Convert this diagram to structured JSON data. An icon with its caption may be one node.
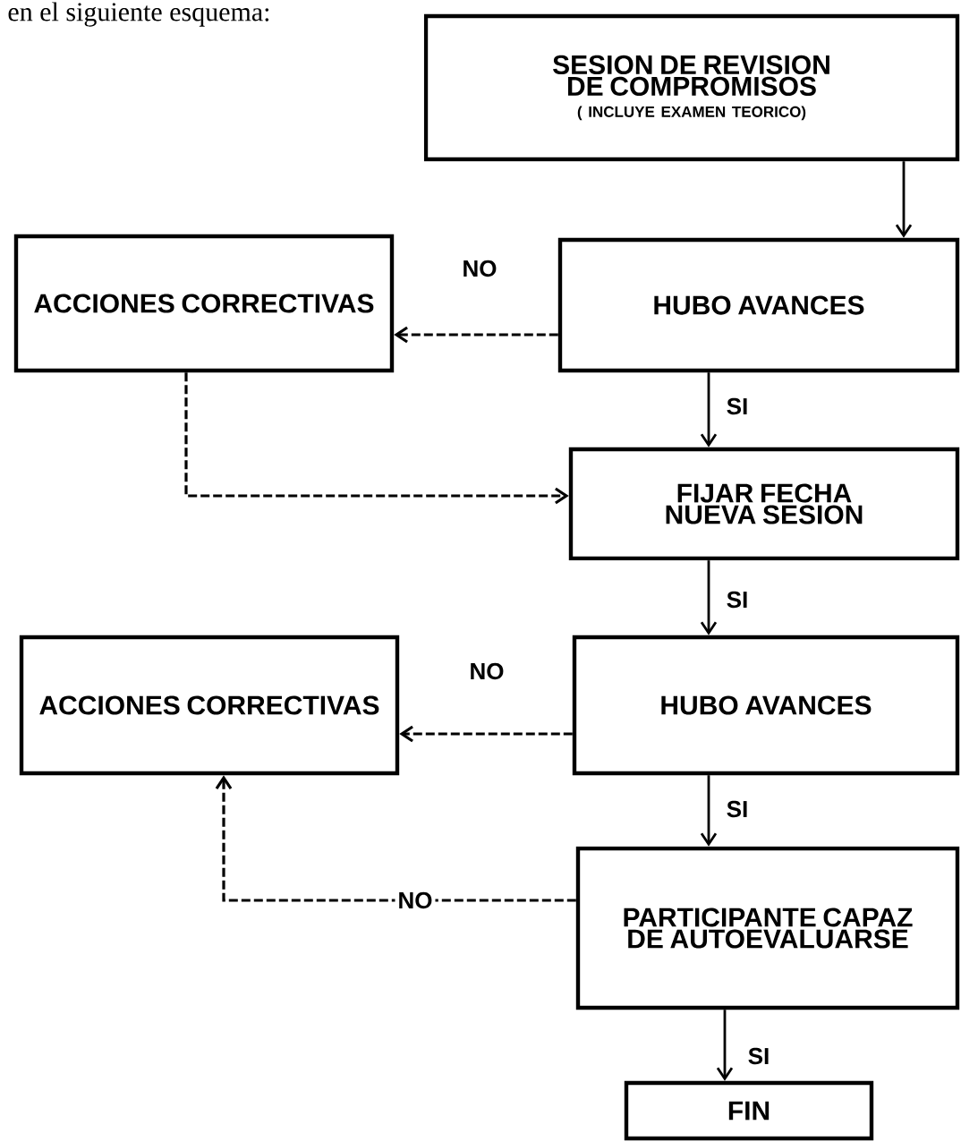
{
  "diagram": {
    "nodes": [
      {
        "text": [
          "SESION DE REVISION DE COMPROMISOS",
          "( INCLUYE EXAMEN TEORICO)"
        ]
      },
      {
        "text": [
          "ACCIONES CORRECTIVAS"
        ]
      },
      {
        "text": [
          "HUBO AVANCES"
        ]
      },
      {
        "text": [
          "FIJAR FECHA NUEVA SESION"
        ]
      },
      {
        "text": [
          "ACCIONES CORRECTIVAS"
        ]
      },
      {
        "text": [
          "HUBO AVANCES"
        ]
      },
      {
        "text": [
          "PARTICIPANTE CAPAZ DE AUTOEVALUARSE"
        ]
      },
      {
        "text": [
          "FIN"
        ]
      }
    ],
    "edges": [
      {
        "from": 0,
        "to": 2,
        "arrow": "to"
      },
      {
        "from": 2,
        "to": 1,
        "arrow": "to",
        "style": "dashed",
        "label": "NO"
      },
      {
        "from": 1,
        "to": 3,
        "arrow": "to",
        "style": "dashed"
      },
      {
        "from": 2,
        "to": 3,
        "arrow": "to",
        "label": "SI"
      },
      {
        "from": 3,
        "to": 5,
        "arrow": "to",
        "label": "SI"
      },
      {
        "from": 5,
        "to": 4,
        "arrow": "to",
        "style": "dashed",
        "label": "NO"
      },
      {
        "from": 5,
        "to": 6,
        "arrow": "to",
        "label": "SI"
      },
      {
        "from": 6,
        "to": 4,
        "arrow": "to",
        "style": "dashed",
        "label": "NO"
      },
      {
        "from": 6,
        "to": 7,
        "arrow": "to",
        "label": "SI"
      }
    ],
    "labels": [
      "en el siguiente esquema:"
    ]
  }
}
